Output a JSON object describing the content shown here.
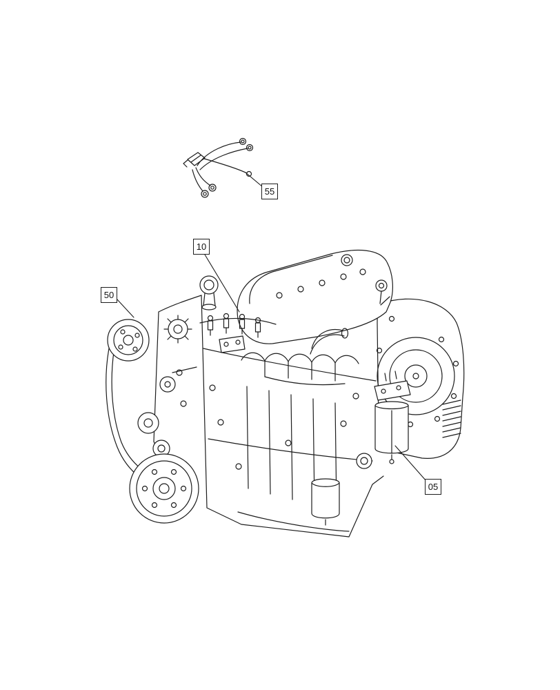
{
  "page": {
    "background_color": "#ffffff",
    "line_color": "#1c1c1c"
  },
  "diagram": {
    "callouts": [
      {
        "label": "55"
      },
      {
        "label": "10"
      },
      {
        "label": "50"
      },
      {
        "label": "05"
      }
    ]
  }
}
